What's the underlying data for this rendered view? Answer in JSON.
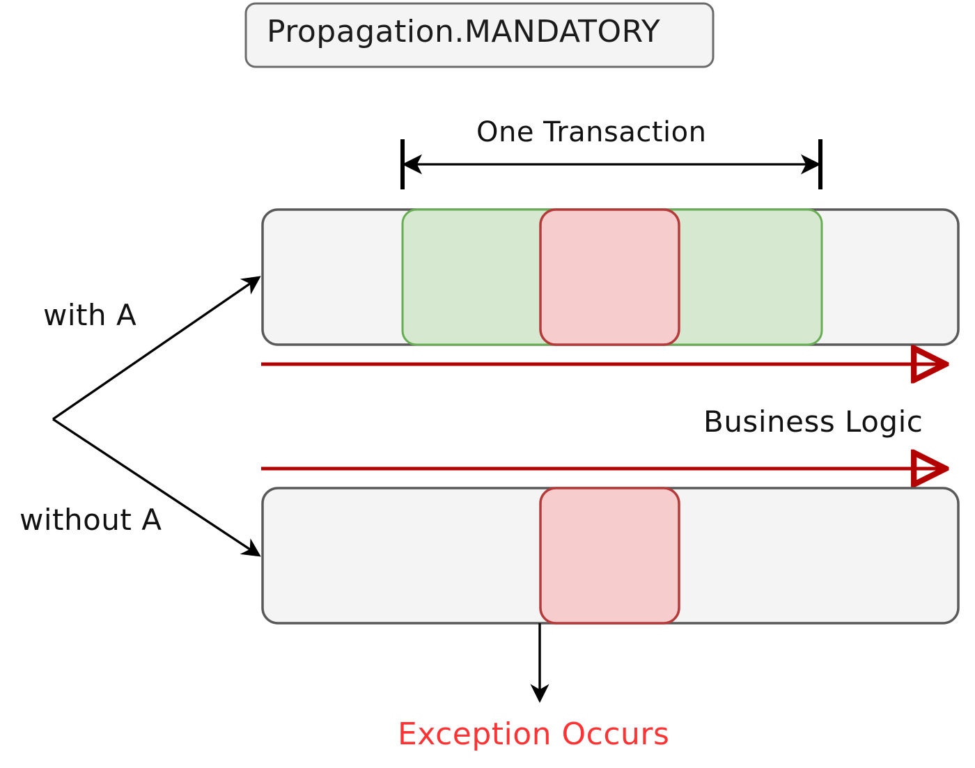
{
  "diagram": {
    "title": "Propagation.MANDATORY",
    "labels": {
      "one_transaction": "One Transaction",
      "with_a": "with A",
      "without_a": "without A",
      "business_logic": "Business Logic",
      "exception": "Exception Occurs"
    },
    "colors": {
      "container_fill": "#f4f4f4",
      "container_stroke": "#595959",
      "green_fill": "#d6e9d0",
      "green_stroke": "#67ad54",
      "red_fill": "#f6cccc",
      "red_stroke": "#b53b3b",
      "business_logic_arrow": "#b30000",
      "exception_text": "#ff3333",
      "arrow_black": "#000000"
    },
    "rows": [
      {
        "name": "with-a-row",
        "segments": [
          {
            "kind": "container",
            "label": ""
          },
          {
            "kind": "green",
            "label": ""
          },
          {
            "kind": "red",
            "label": ""
          },
          {
            "kind": "green",
            "label": ""
          }
        ]
      },
      {
        "name": "without-a-row",
        "segments": [
          {
            "kind": "container",
            "label": ""
          },
          {
            "kind": "red",
            "label": ""
          }
        ]
      }
    ]
  }
}
